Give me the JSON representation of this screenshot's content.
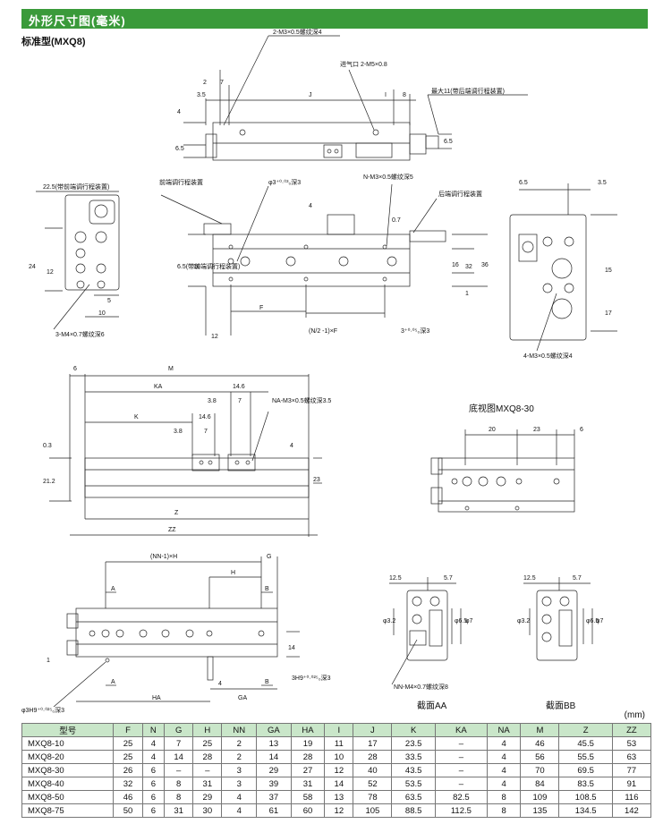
{
  "header": {
    "title": "外形尺寸图(毫米)"
  },
  "subtitle": "标准型(MXQ8)",
  "unit": "(mm)",
  "labels": {
    "top_thread": "2-M3×0.5螺纹深4",
    "inlet": "进气口 2-M5×0.8",
    "max_rear": "最大11(带后端调行程装置)",
    "dim_2": "2",
    "dim_7": "7",
    "dim_3_5": "3.5",
    "dim_J": "J",
    "dim_I": "I",
    "dim_8": "8",
    "dim_4": "4",
    "dim_6_5": "6.5",
    "front_22_5": "22.5(带前端调行程装置)",
    "front_adj": "前端调行程装置",
    "pin_hole": "φ3⁺⁰·⁰³₀深3",
    "n_thread": "N-M3×0.5螺纹深5",
    "rear_adj": "后端调行程装置",
    "dim_0_7": "0.7",
    "dim_24": "24",
    "dim_12": "12",
    "dim_5": "5",
    "dim_10": "10",
    "left_thread": "3-M4×0.7螺纹深6",
    "front_6_5": "6.5(带前端调行程装置)",
    "dim_16": "16",
    "dim_F": "F",
    "dim_12b": "12",
    "formula": "(N/2 -1)×F",
    "pin_3": "3⁺⁰·⁰⁵₀深3",
    "dim_32": "32",
    "dim_36": "36",
    "dim_1": "1",
    "right_6_5": "6.5",
    "right_3_5": "3.5",
    "dim_15": "15",
    "dim_17": "17",
    "right_thread": "4-M3×0.5螺纹深4",
    "dim_6": "6",
    "dim_M": "M",
    "dim_KA": "KA",
    "dim_14_6": "14.6",
    "dim_3_8": "3.8",
    "dim_K": "K",
    "na_thread": "NA-M3×0.5螺纹深3.5",
    "dim_0_3": "0.3",
    "dim_21_2": "21.2",
    "dim_23": "23",
    "dim_Z": "Z",
    "dim_ZZ": "ZZ",
    "bottom_view": "底视图MXQ8-30",
    "bv_20": "20",
    "bv_23": "23",
    "bv_6": "6",
    "dim_nn": "(NN-1)×H",
    "dim_G": "G",
    "dim_H": "H",
    "dim_A": "A",
    "dim_B": "B",
    "dim_14": "14",
    "pin_bottom": "3H9⁺⁰·⁰²⁵₀深3",
    "dim_HA": "HA",
    "dim_GA": "GA",
    "pin_left": "φ3H9⁺⁰·⁰²⁵₀深3",
    "aa_12_5": "12.5",
    "aa_5_7": "5.7",
    "aa_3_2": "φ3.2",
    "aa_6_5": "φ6.5",
    "aa_7": "φ7",
    "nn_thread": "NN-M4×0.7螺纹深8",
    "section_aa": "截面AA",
    "section_bb": "截面BB"
  },
  "table": {
    "headers": [
      "型号",
      "F",
      "N",
      "G",
      "H",
      "NN",
      "GA",
      "HA",
      "I",
      "J",
      "K",
      "KA",
      "NA",
      "M",
      "Z",
      "ZZ"
    ],
    "rows": [
      [
        "MXQ8-10",
        "25",
        "4",
        "7",
        "25",
        "2",
        "13",
        "19",
        "11",
        "17",
        "23.5",
        "–",
        "4",
        "46",
        "45.5",
        "53"
      ],
      [
        "MXQ8-20",
        "25",
        "4",
        "14",
        "28",
        "2",
        "14",
        "28",
        "10",
        "28",
        "33.5",
        "–",
        "4",
        "56",
        "55.5",
        "63"
      ],
      [
        "MXQ8-30",
        "26",
        "6",
        "–",
        "–",
        "3",
        "29",
        "27",
        "12",
        "40",
        "43.5",
        "–",
        "4",
        "70",
        "69.5",
        "77"
      ],
      [
        "MXQ8-40",
        "32",
        "6",
        "8",
        "31",
        "3",
        "39",
        "31",
        "14",
        "52",
        "53.5",
        "–",
        "4",
        "84",
        "83.5",
        "91"
      ],
      [
        "MXQ8-50",
        "46",
        "6",
        "8",
        "29",
        "4",
        "37",
        "58",
        "13",
        "78",
        "63.5",
        "82.5",
        "8",
        "109",
        "108.5",
        "116"
      ],
      [
        "MXQ8-75",
        "50",
        "6",
        "31",
        "30",
        "4",
        "61",
        "60",
        "12",
        "105",
        "88.5",
        "112.5",
        "8",
        "135",
        "134.5",
        "142"
      ]
    ]
  }
}
